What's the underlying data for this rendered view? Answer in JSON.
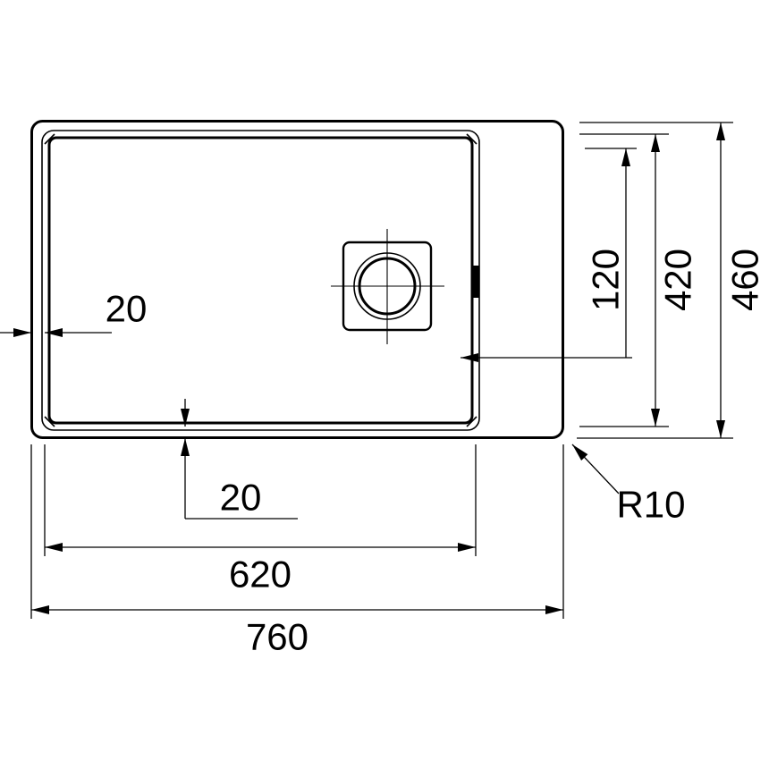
{
  "page": {
    "background_color": "#ffffff",
    "line_color": "#000000"
  },
  "drawing": {
    "kind": "sink-technical-dimension-drawing-top-view",
    "labels": {
      "rim_left_gap": "20",
      "rim_bottom_gap": "20",
      "bowl_width": "620",
      "overall_width": "760",
      "drain_edge_offset": "120",
      "bowl_depth": "420",
      "overall_depth": "460",
      "corner_radius": "R10"
    }
  }
}
